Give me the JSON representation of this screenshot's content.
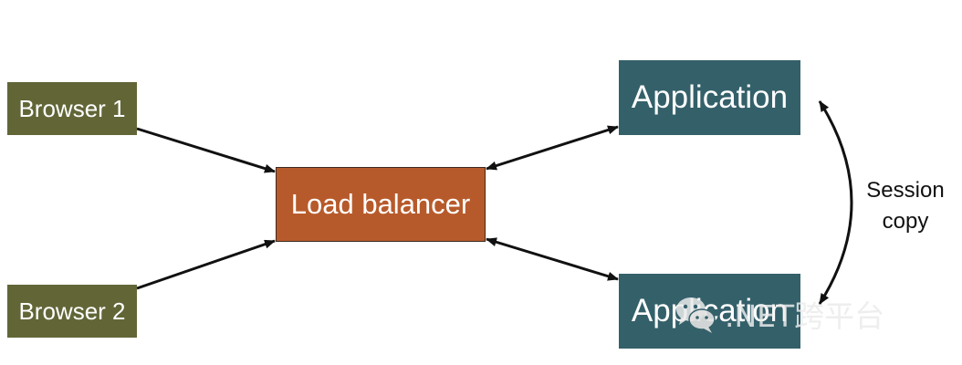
{
  "nodes": {
    "browser1": "Browser 1",
    "browser2": "Browser 2",
    "load_balancer": "Load balancer",
    "application1": "Application",
    "application2": "Application"
  },
  "session_copy": {
    "line1": "Session",
    "line2": "copy"
  },
  "watermark": {
    "text": ".NET跨平台"
  },
  "colors": {
    "browser": "#626637",
    "load_balancer": "#b75a2b",
    "application": "#34606a",
    "arrow": "#111111"
  }
}
